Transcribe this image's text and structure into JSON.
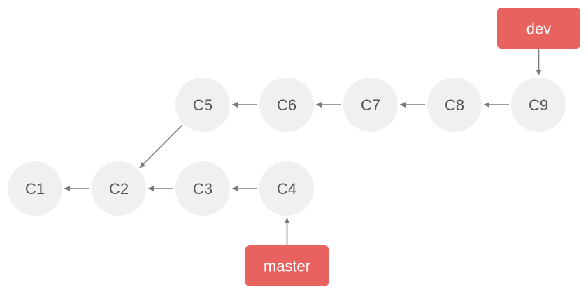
{
  "diagram": {
    "type": "git-commit-graph",
    "commits": [
      {
        "id": "C1",
        "label": "C1"
      },
      {
        "id": "C2",
        "label": "C2"
      },
      {
        "id": "C3",
        "label": "C3"
      },
      {
        "id": "C4",
        "label": "C4"
      },
      {
        "id": "C5",
        "label": "C5"
      },
      {
        "id": "C6",
        "label": "C6"
      },
      {
        "id": "C7",
        "label": "C7"
      },
      {
        "id": "C8",
        "label": "C8"
      },
      {
        "id": "C9",
        "label": "C9"
      }
    ],
    "edges": [
      {
        "from": "C2",
        "to": "C1"
      },
      {
        "from": "C3",
        "to": "C2"
      },
      {
        "from": "C4",
        "to": "C3"
      },
      {
        "from": "C5",
        "to": "C2"
      },
      {
        "from": "C6",
        "to": "C5"
      },
      {
        "from": "C7",
        "to": "C6"
      },
      {
        "from": "C8",
        "to": "C7"
      },
      {
        "from": "C9",
        "to": "C8"
      }
    ],
    "branches": [
      {
        "id": "dev",
        "label": "dev",
        "points_to": "C9"
      },
      {
        "id": "master",
        "label": "master",
        "points_to": "C4"
      }
    ],
    "colors": {
      "commit_fill": "#f0f0f0",
      "commit_text": "#555555",
      "branch_fill": "#e8625f",
      "branch_text": "#ffffff",
      "edge": "#7a7a7a"
    }
  }
}
